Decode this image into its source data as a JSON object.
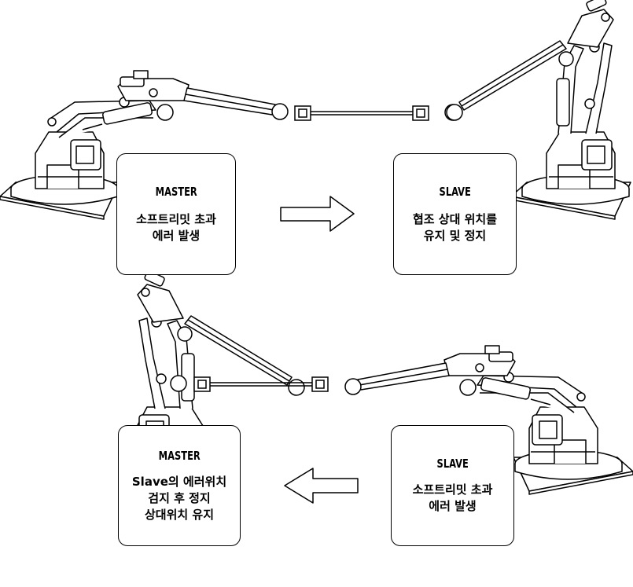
{
  "top_panel": {
    "master": {
      "title": "MASTER",
      "lines": [
        "소프트리밋 초과",
        "에러 발생"
      ]
    },
    "slave": {
      "title": "SLAVE",
      "lines": [
        "협조 상대 위치를",
        "유지 및 정지"
      ]
    },
    "arrow_direction": "right"
  },
  "bottom_panel": {
    "master": {
      "title": "MASTER",
      "lines": [
        "Slave의 에러위치",
        "검지 후 정지",
        "상대위치 유지"
      ]
    },
    "slave": {
      "title": "SLAVE",
      "lines": [
        "소프트리밋 초과",
        "에러 발생"
      ]
    },
    "arrow_direction": "left"
  },
  "colors": {
    "stroke": "#000000",
    "background": "#ffffff"
  }
}
